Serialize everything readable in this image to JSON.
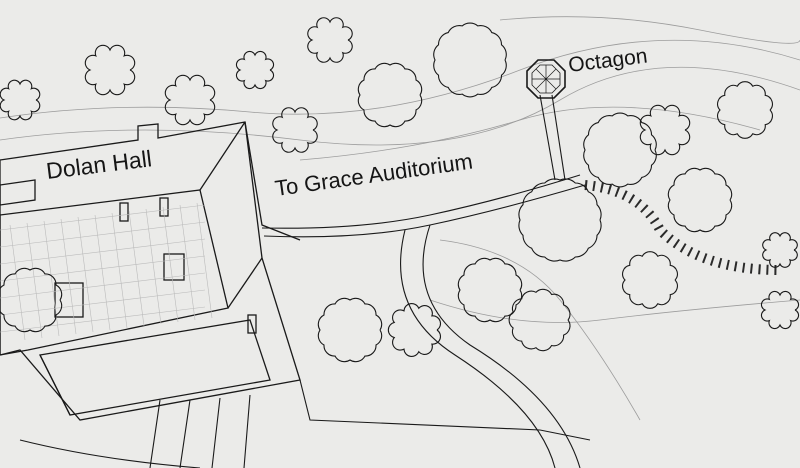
{
  "map": {
    "labels": {
      "building": "Dolan Hall",
      "path_direction": "To Grace Auditorium",
      "pavilion": "Octagon"
    },
    "colors": {
      "background": "#ebebe9",
      "ink": "#1a1a1a",
      "contour": "#9a9a9a"
    }
  }
}
